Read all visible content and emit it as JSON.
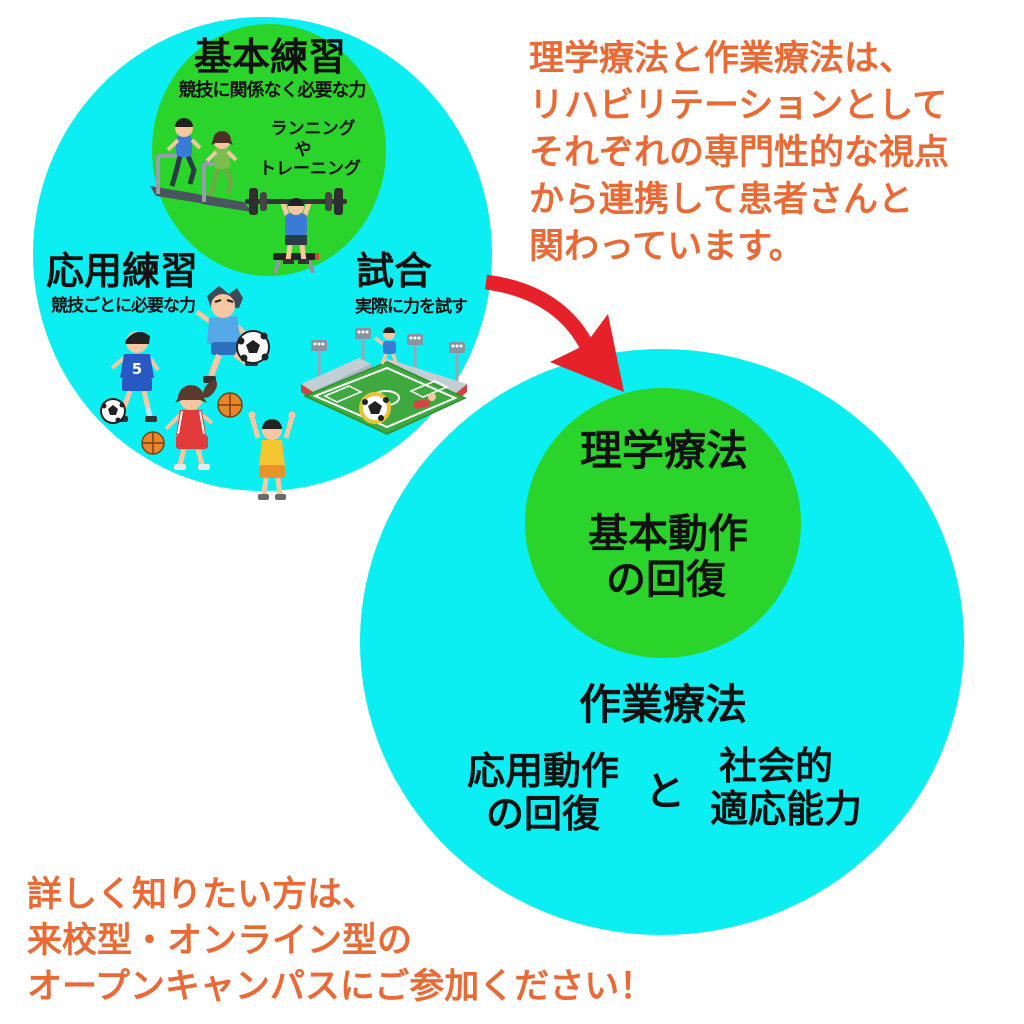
{
  "sports_circle": {
    "basic": {
      "title": "基本練習",
      "subtitle": "競技に関係なく必要な力",
      "note1": "ランニング",
      "note2": "や",
      "note3": "トレーニング"
    },
    "applied": {
      "title": "応用練習",
      "subtitle": "競技ごとに必要な力"
    },
    "match": {
      "title": "試合",
      "subtitle": "実際に力を試す"
    },
    "jersey_number": "5"
  },
  "therapy_circle": {
    "physical": {
      "title": "理学療法",
      "line1": "基本動作",
      "line2": "の回復"
    },
    "occupational": {
      "title": "作業療法",
      "left1": "応用動作",
      "left2": "の回復",
      "connector": "と",
      "right1": "社会的",
      "right2": "適応能力"
    }
  },
  "description": {
    "line1": "理学療法と作業療法は、",
    "line2": "リハビリテーションとして",
    "line3": "それぞれの専門性的な視点",
    "line4": "から連携して患者さんと",
    "line5": "関わっています。"
  },
  "cta": {
    "line1": "詳しく知りたい方は、",
    "line2": "来校型・オンライン型の",
    "line3": "オープンキャンパスにご参加ください！"
  },
  "colors": {
    "cyan": "#0BEFF2",
    "green": "#2BD42B",
    "orange": "#EA6A35",
    "red": "#E62129",
    "text": "#111111"
  }
}
